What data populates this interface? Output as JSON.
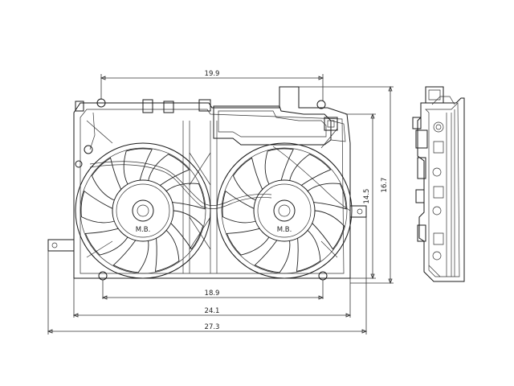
{
  "drawing": {
    "dimensions": {
      "top_width": "19.9",
      "inner_width": "18.9",
      "mid_width": "24.1",
      "overall_width": "27.3",
      "inner_height": "14.5",
      "overall_height": "16.7"
    },
    "hub_marking": "M.B."
  },
  "colors": {
    "line": "#1a1a1a",
    "background": "#ffffff"
  }
}
